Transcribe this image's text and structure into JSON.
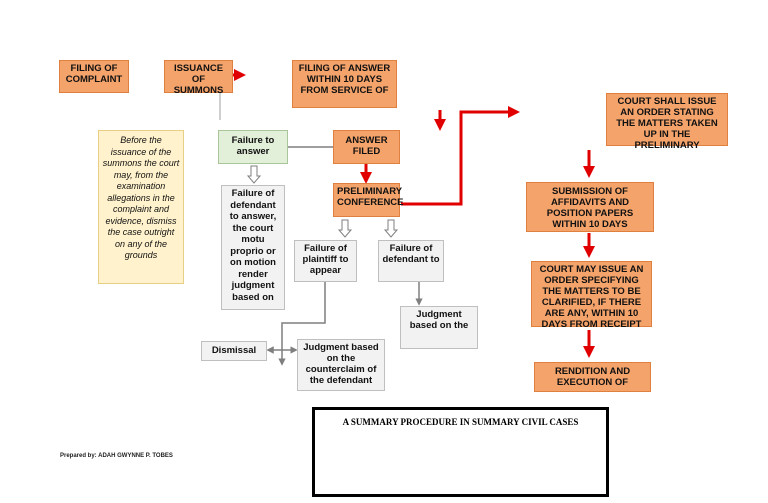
{
  "boxes": {
    "filing_complaint": "FILING OF COMPLAINT",
    "issuance_summons": "ISSUANCE OF SUMMONS",
    "filing_answer": "FILING OF ANSWER WITHIN 10 DAYS FROM SERVICE OF",
    "failure_to_answer": "Failure to answer",
    "answer_filed": "ANSWER FILED",
    "before_issuance": "Before the issuance of the summons the court may, from the examination allegations in the complaint and evidence, dismiss the case outright on any of the grounds",
    "failure_defendant_answer": "Failure of defendant to answer, the court motu proprio or on motion render judgment based on",
    "preliminary_conference": "PRELIMINARY CONFERENCE",
    "failure_plaintiff": "Failure of plaintiff to appear",
    "failure_defendant": "Failure of defendant to",
    "judgment_based_on": "Judgment based on the",
    "dismissal": "Dismissal",
    "judgment_counterclaim": "Judgment based on the counterclaim of the defendant",
    "court_shall_issue": "COURT SHALL ISSUE AN ORDER STATING THE MATTERS TAKEN UP IN THE PRELIMINARY",
    "submission_affidavits": "SUBMISSION OF AFFIDAVITS AND POSITION PAPERS WITHIN 10 DAYS",
    "court_may_issue": "COURT MAY ISSUE AN ORDER SPECIFYING THE MATTERS TO BE CLARIFIED, IF THERE ARE ANY, WITHIN 10 DAYS FROM RECEIPT",
    "rendition": "RENDITION AND EXECUTION OF"
  },
  "title": "A SUMMARY PROCEDURE IN SUMMARY CIVIL CASES",
  "prepared_by": "Prepared by: ADAH GWYNNE P. TOBES",
  "colors": {
    "orange_fill": "#f4a36b",
    "green_fill": "#e2efd9",
    "gray_fill": "#f2f2f2",
    "yellow_fill": "#fff2cc",
    "red_arrow": "#e00000",
    "gray_line": "#7f7f7f"
  }
}
